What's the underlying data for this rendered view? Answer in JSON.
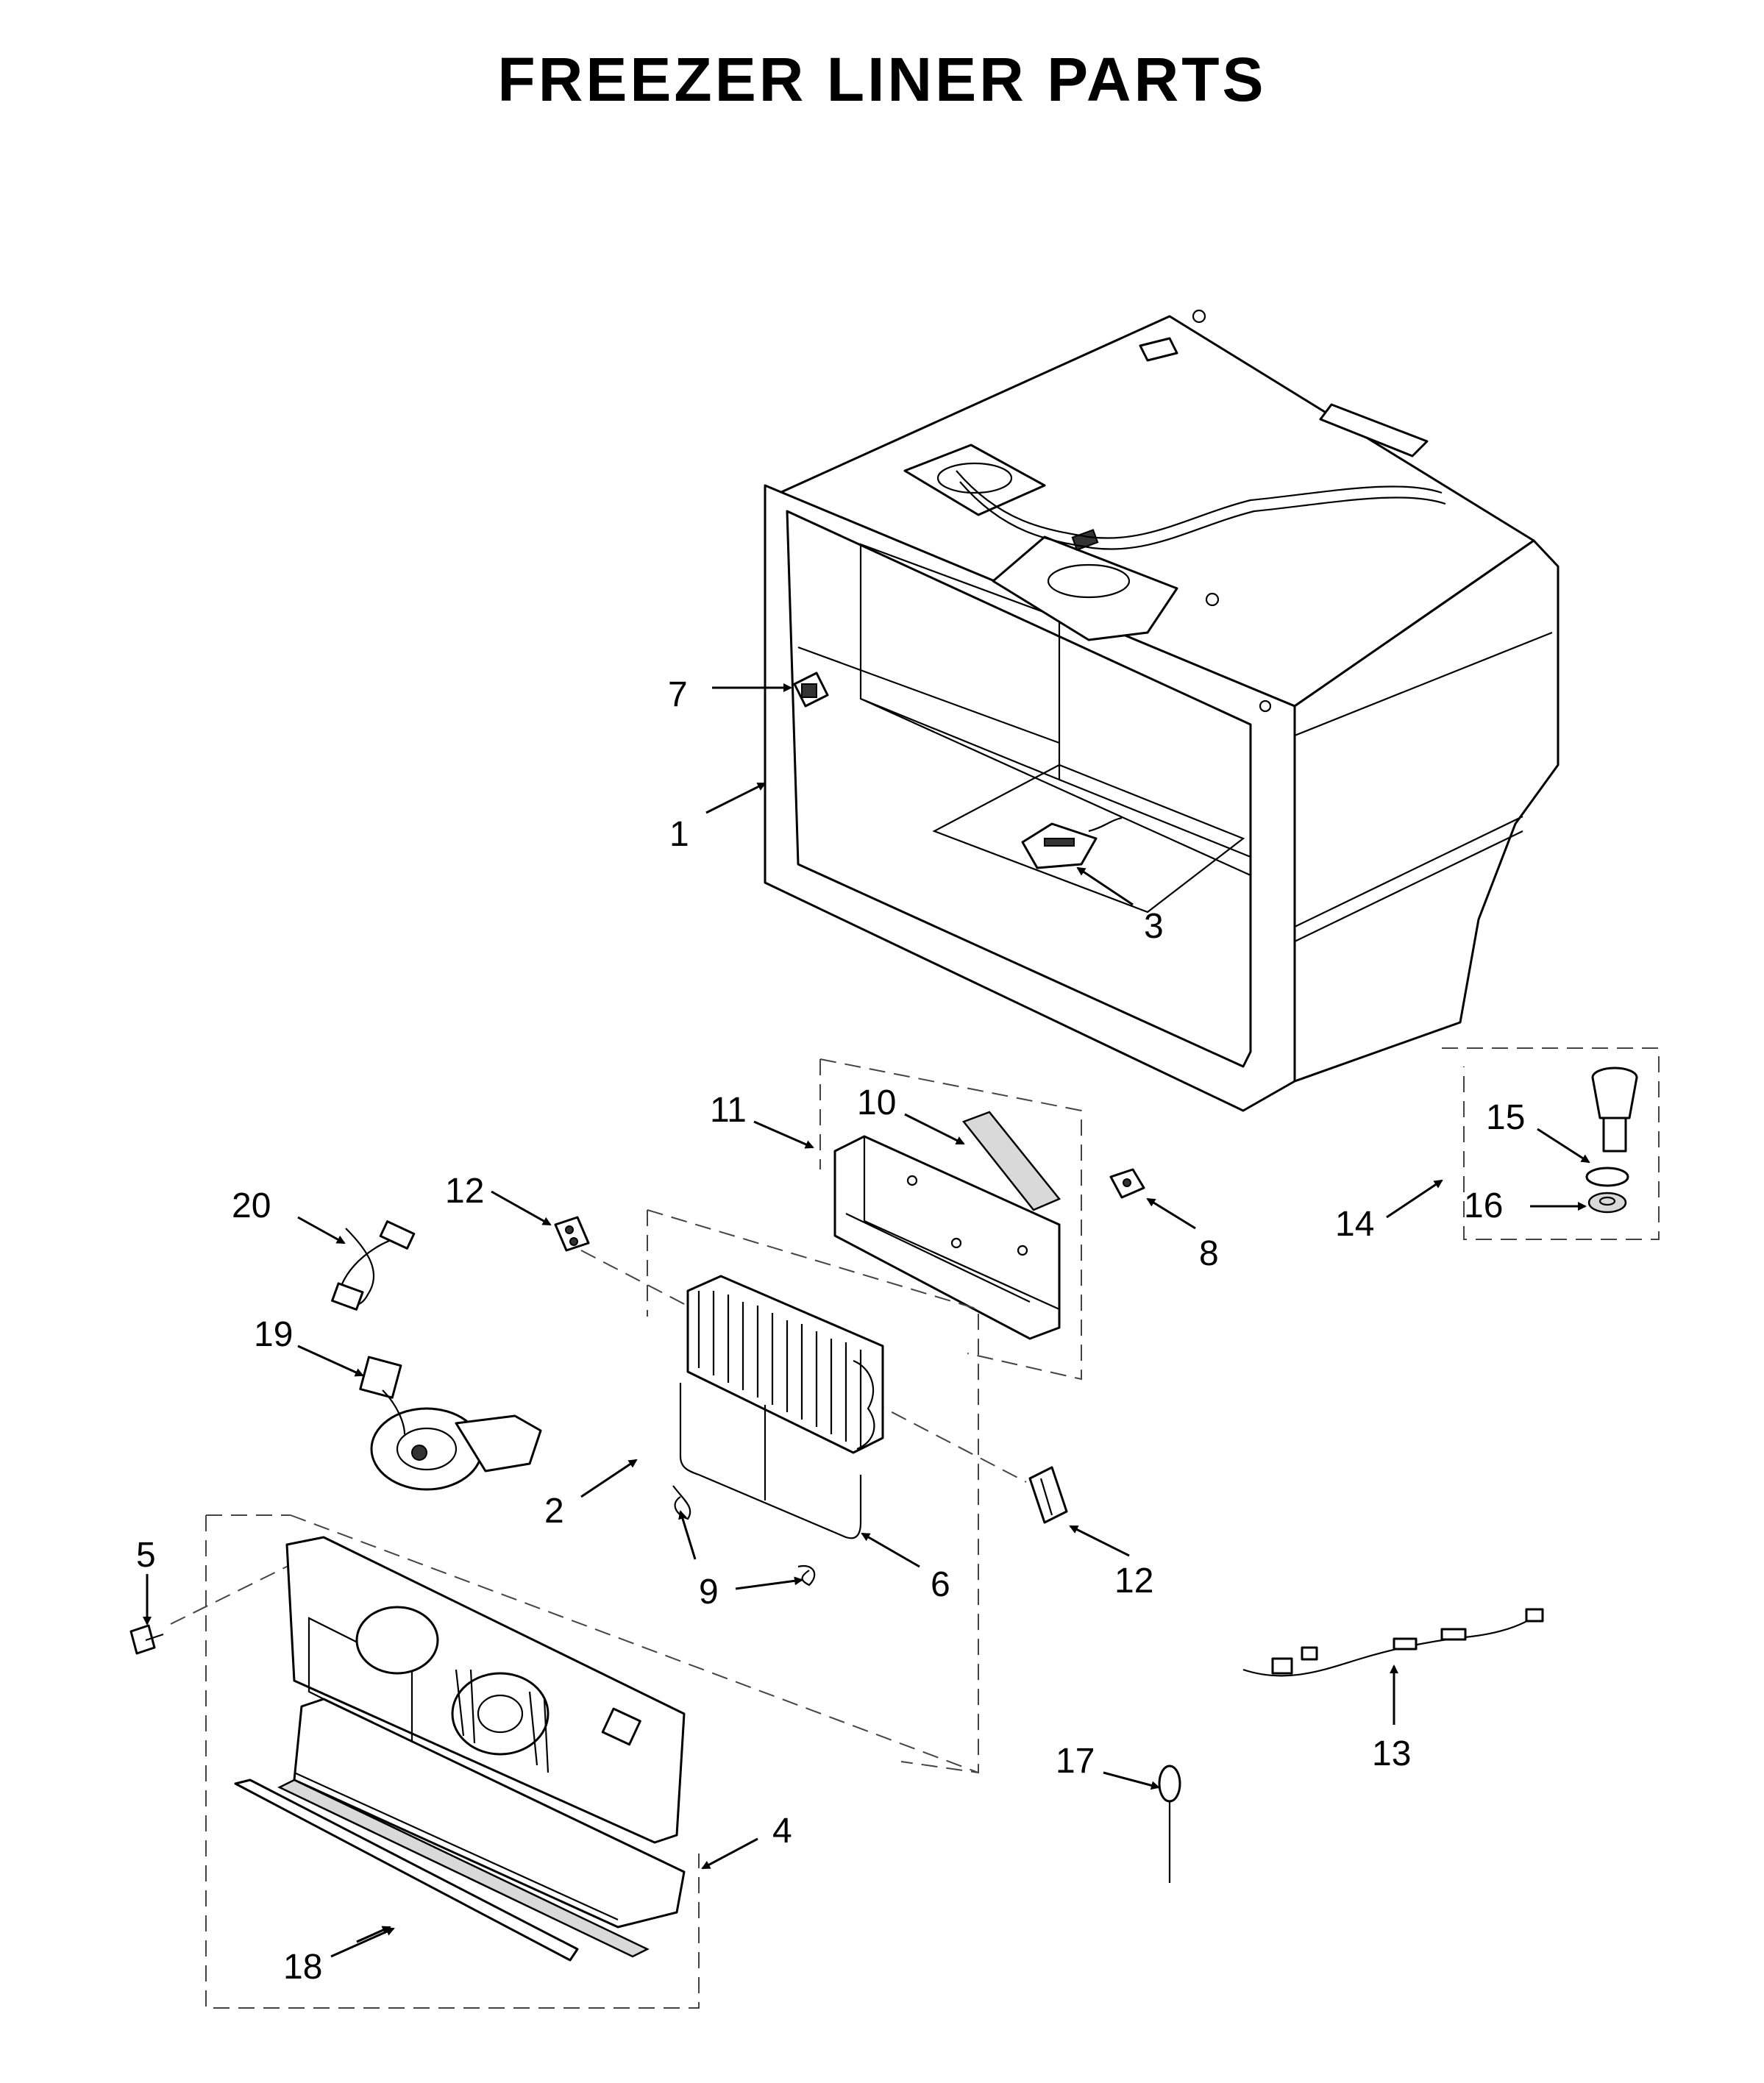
{
  "title": "FREEZER LINER PARTS",
  "callouts": {
    "c1": "1",
    "c2": "2",
    "c3": "3",
    "c4": "4",
    "c5": "5",
    "c6": "6",
    "c7": "7",
    "c8": "8",
    "c9": "9",
    "c10": "10",
    "c11": "11",
    "c12a": "12",
    "c12b": "12",
    "c13": "13",
    "c14": "14",
    "c15": "15",
    "c16": "16",
    "c17": "17",
    "c18": "18",
    "c19": "19",
    "c20": "20"
  }
}
